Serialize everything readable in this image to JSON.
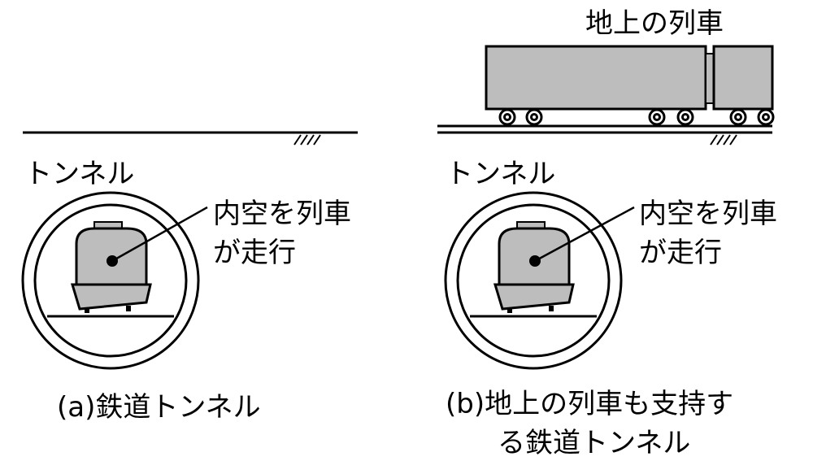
{
  "panel_a": {
    "tunnel_label": "トンネル",
    "callout_line1": "内空を列車",
    "callout_line2": "が走行",
    "caption": "(a)鉄道トンネル"
  },
  "panel_b": {
    "surface_train_label": "地上の列車",
    "tunnel_label": "トンネル",
    "callout_line1": "内空を列車",
    "callout_line2": "が走行",
    "caption_line1": "(b)地上の列車も支持す",
    "caption_line2": "る鉄道トンネル"
  },
  "colors": {
    "train_fill": "#bdbdbd",
    "stroke": "#000000",
    "background": "#ffffff"
  }
}
